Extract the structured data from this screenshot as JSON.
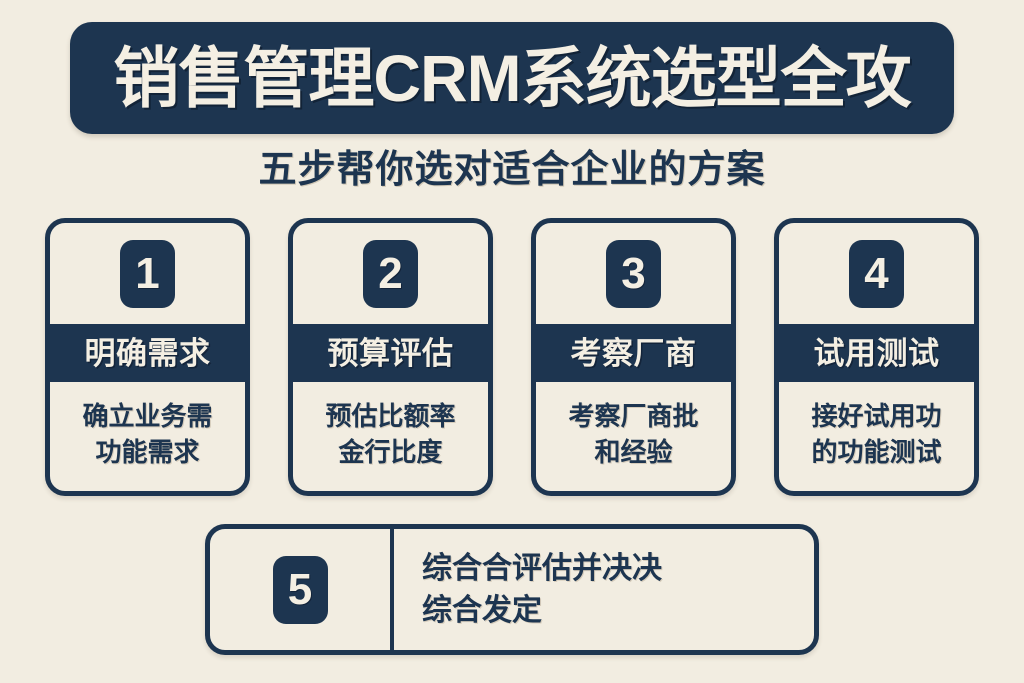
{
  "poster": {
    "background_color": "#F2EDE1",
    "accent_color": "#1D3550",
    "light_text_color": "#F4EFE3",
    "title": "销售管理CRM系统选型全攻",
    "subtitle": "五步帮你选对适合企业的方案"
  },
  "steps": [
    {
      "number": "1",
      "heading": "明确需求",
      "body_line_1": "确立业务需",
      "body_line_2": "功能需求"
    },
    {
      "number": "2",
      "heading": "预算评估",
      "body_line_1": "预估比额率",
      "body_line_2": "金行比度"
    },
    {
      "number": "3",
      "heading": "考察厂商",
      "body_line_1": "考察厂商批",
      "body_line_2": "和经验"
    },
    {
      "number": "4",
      "heading": "试用测试",
      "body_line_1": "接好试用功",
      "body_line_2": "的功能测试"
    }
  ],
  "final_step": {
    "number": "5",
    "body_line_1": "综合合评估并决决",
    "body_line_2": "综合发定"
  }
}
